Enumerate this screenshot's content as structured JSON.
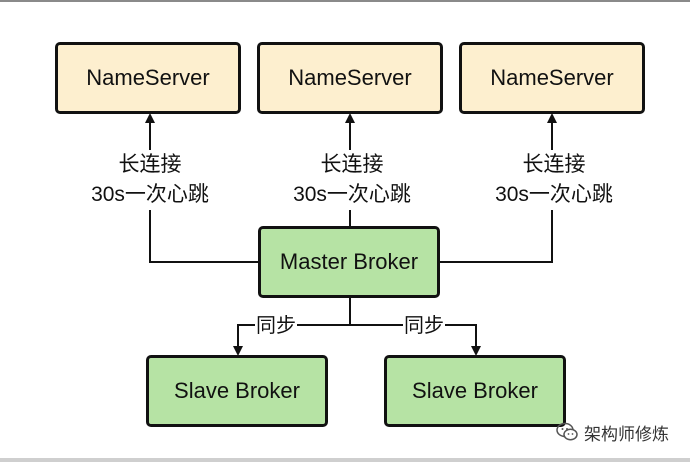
{
  "nameservers": [
    {
      "label": "NameServer"
    },
    {
      "label": "NameServer"
    },
    {
      "label": "NameServer"
    }
  ],
  "connections": [
    {
      "line1": "长连接",
      "line2": "30s一次心跳"
    },
    {
      "line1": "长连接",
      "line2": "30s一次心跳"
    },
    {
      "line1": "长连接",
      "line2": "30s一次心跳"
    }
  ],
  "master": {
    "label": "Master Broker"
  },
  "slaves": [
    {
      "label": "Slave Broker"
    },
    {
      "label": "Slave Broker"
    }
  ],
  "sync_labels": [
    "同步",
    "同步"
  ],
  "watermark": {
    "text": "架构师修炼",
    "icon": "wechat-icon"
  },
  "colors": {
    "nameserver_fill": "#fdefcf",
    "broker_fill": "#b6e3a4",
    "stroke": "#111111"
  }
}
